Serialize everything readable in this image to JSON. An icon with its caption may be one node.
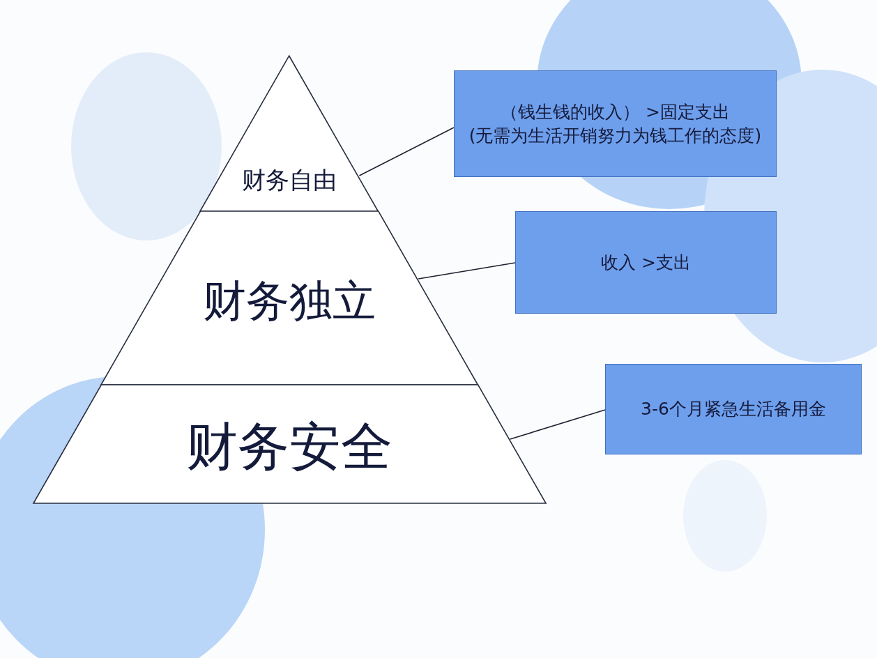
{
  "diagram": {
    "nodes": [
      {
        "text": [
          "财务自由"
        ]
      },
      {
        "text": [
          "财务独立"
        ]
      },
      {
        "text": [
          "财务安全"
        ]
      },
      {
        "text": [
          "（钱生钱的收入） >固定支出",
          "(无需为生活开销努力为钱工作的态度)"
        ]
      },
      {
        "text": [
          "收入 >支出"
        ]
      },
      {
        "text": [
          "3-6个月紧急生活备用金"
        ]
      }
    ],
    "edges": [
      {
        "from": 0,
        "to": 3,
        "arrow": "none"
      },
      {
        "from": 1,
        "to": 4,
        "arrow": "none"
      },
      {
        "from": 2,
        "to": 5,
        "arrow": "none"
      }
    ]
  }
}
